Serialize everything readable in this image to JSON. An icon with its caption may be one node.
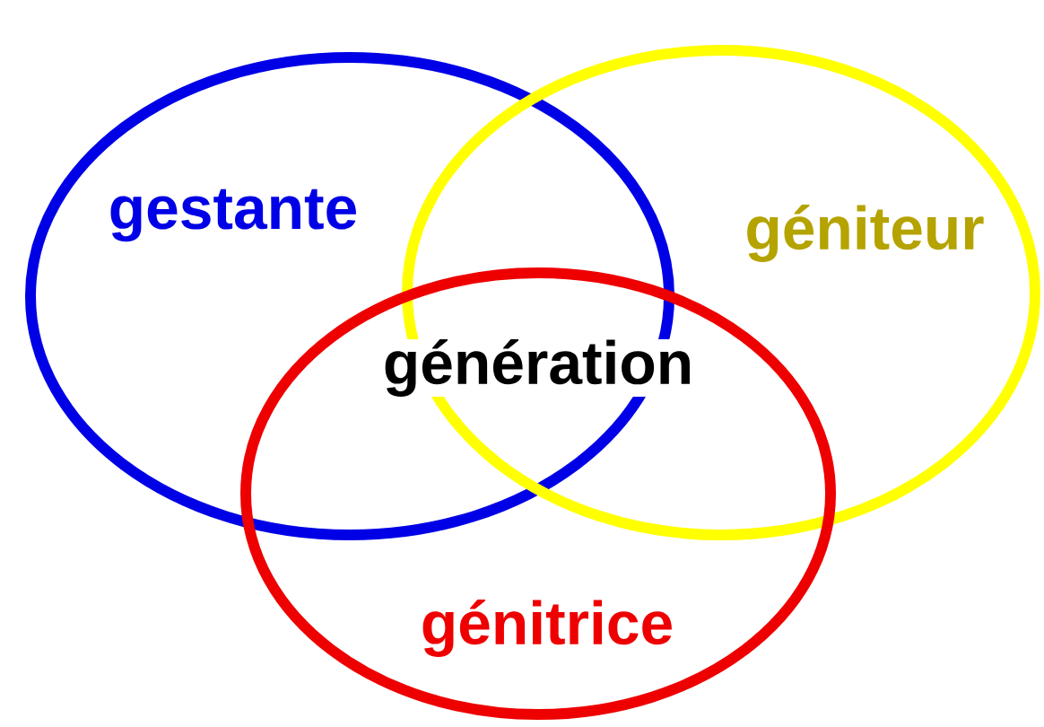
{
  "diagram": {
    "nodes": [
      {
        "text": [
          "gestante"
        ]
      },
      {
        "text": [
          "géniteur"
        ]
      },
      {
        "text": [
          "génitrice"
        ]
      }
    ],
    "labels": [
      "génération"
    ]
  }
}
